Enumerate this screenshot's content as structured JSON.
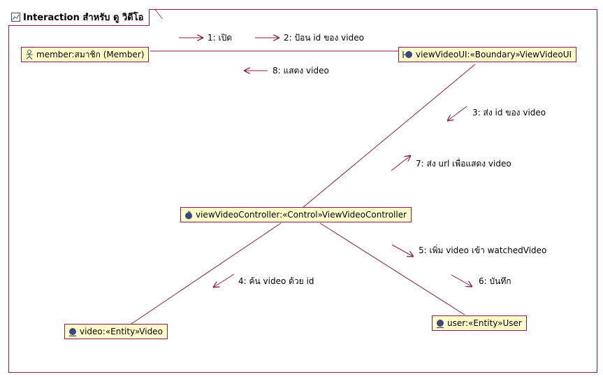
{
  "frame": {
    "title": "Interaction สำหรับ ดู วิดีโอ"
  },
  "lifelines": {
    "member": {
      "label": "member:สมาชิก (Member)",
      "icon": "actor-icon"
    },
    "ui": {
      "label": "viewVideoUI:«Boundary»ViewVideoUI",
      "icon": "boundary-icon"
    },
    "controller": {
      "label": "viewVideoController:«Control»ViewVideoController",
      "icon": "control-icon"
    },
    "video": {
      "label": "video:«Entity»Video",
      "icon": "entity-icon"
    },
    "user": {
      "label": "user:«Entity»User",
      "icon": "entity-icon"
    }
  },
  "messages": {
    "m1": "1: เปิด",
    "m2": "2: ป้อน id ของ video",
    "m8": "8: แสดง video",
    "m3": "3: ส่ง id ของ video",
    "m7": "7: ส่ง url เพื่อแสดง video",
    "m5": "5: เพิ่ม video เข้า watchedVideo",
    "m4": "4: ค้น video ด้วย id",
    "m6": "6: บันทึก"
  },
  "colors": {
    "border": "#8b1a4a",
    "fill": "#ffffcc",
    "icon": "#3b4a7a"
  }
}
